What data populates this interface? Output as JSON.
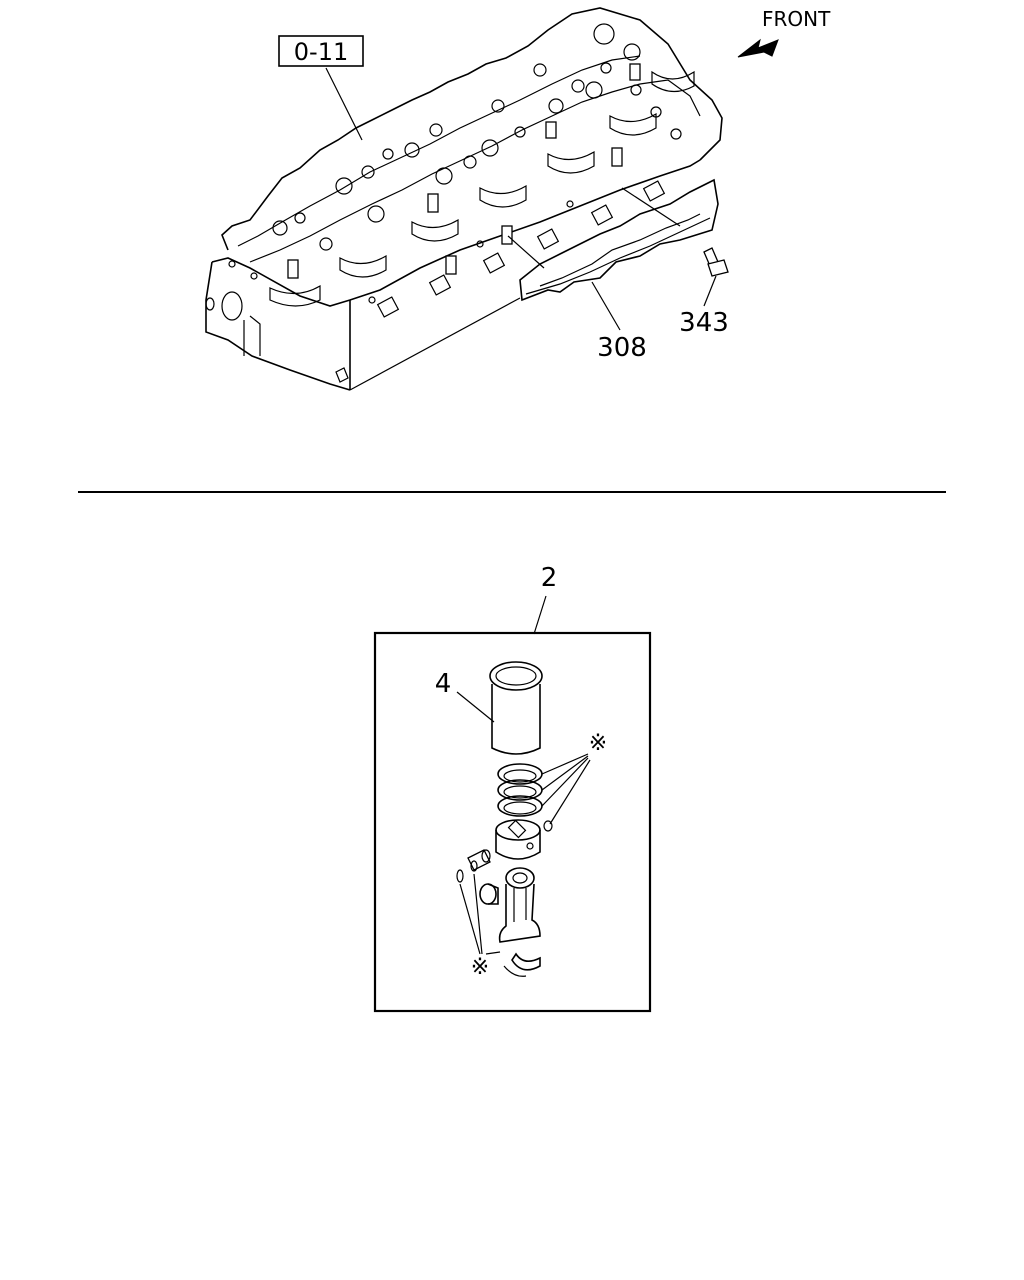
{
  "front_label": "FRONT",
  "ref_box_label": "0-11",
  "callouts": {
    "gasket": "308",
    "bolt": "343",
    "kit": "2",
    "liner": "4"
  },
  "asterisk": "※",
  "icons": {
    "front_arrow": "front-arrow-icon"
  }
}
